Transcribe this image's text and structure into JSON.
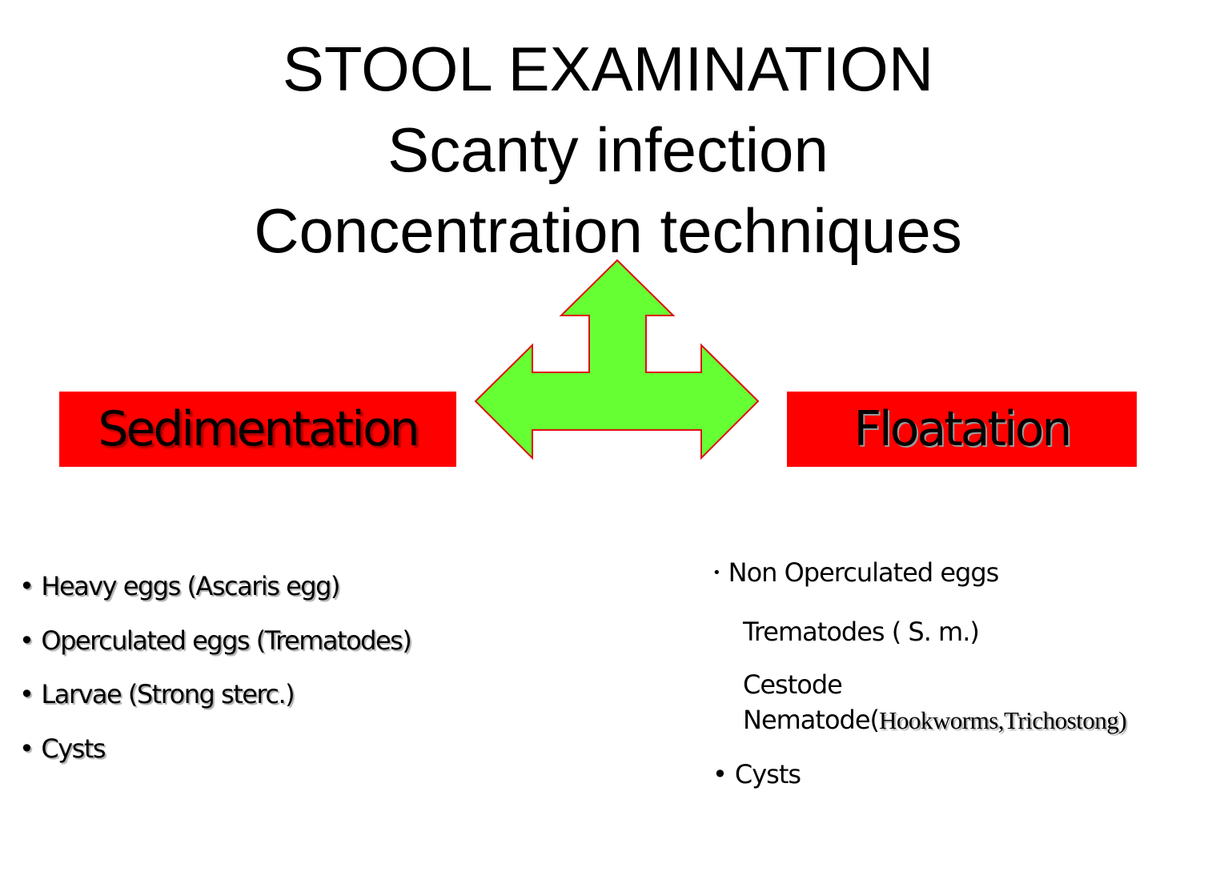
{
  "title": {
    "line1": "STOOL EXAMINATION",
    "line2": "Scanty infection",
    "line3": "Concentration techniques"
  },
  "colors": {
    "box_fill": "#ff0000",
    "arrow_fill": "#66ff33",
    "arrow_stroke": "#e01010"
  },
  "icons": {
    "arrow": "three-way-arrow-icon"
  },
  "sedimentation": {
    "label": "Sedimentation",
    "bullet": "•",
    "items": [
      "Heavy eggs (Ascaris egg)",
      "Operculated eggs (Trematodes)",
      "Larvae (Strong sterc.)",
      "Cysts"
    ]
  },
  "floatation": {
    "label": "Floatation",
    "bullet": "•",
    "item1": "Non Operculated eggs",
    "item2": "Trematodes ( S. m.)",
    "item3": "Cestode",
    "item4_prefix": "Nematode(",
    "item4_detail": "Hookworms,Trichostong)",
    "item5": "Cysts"
  }
}
